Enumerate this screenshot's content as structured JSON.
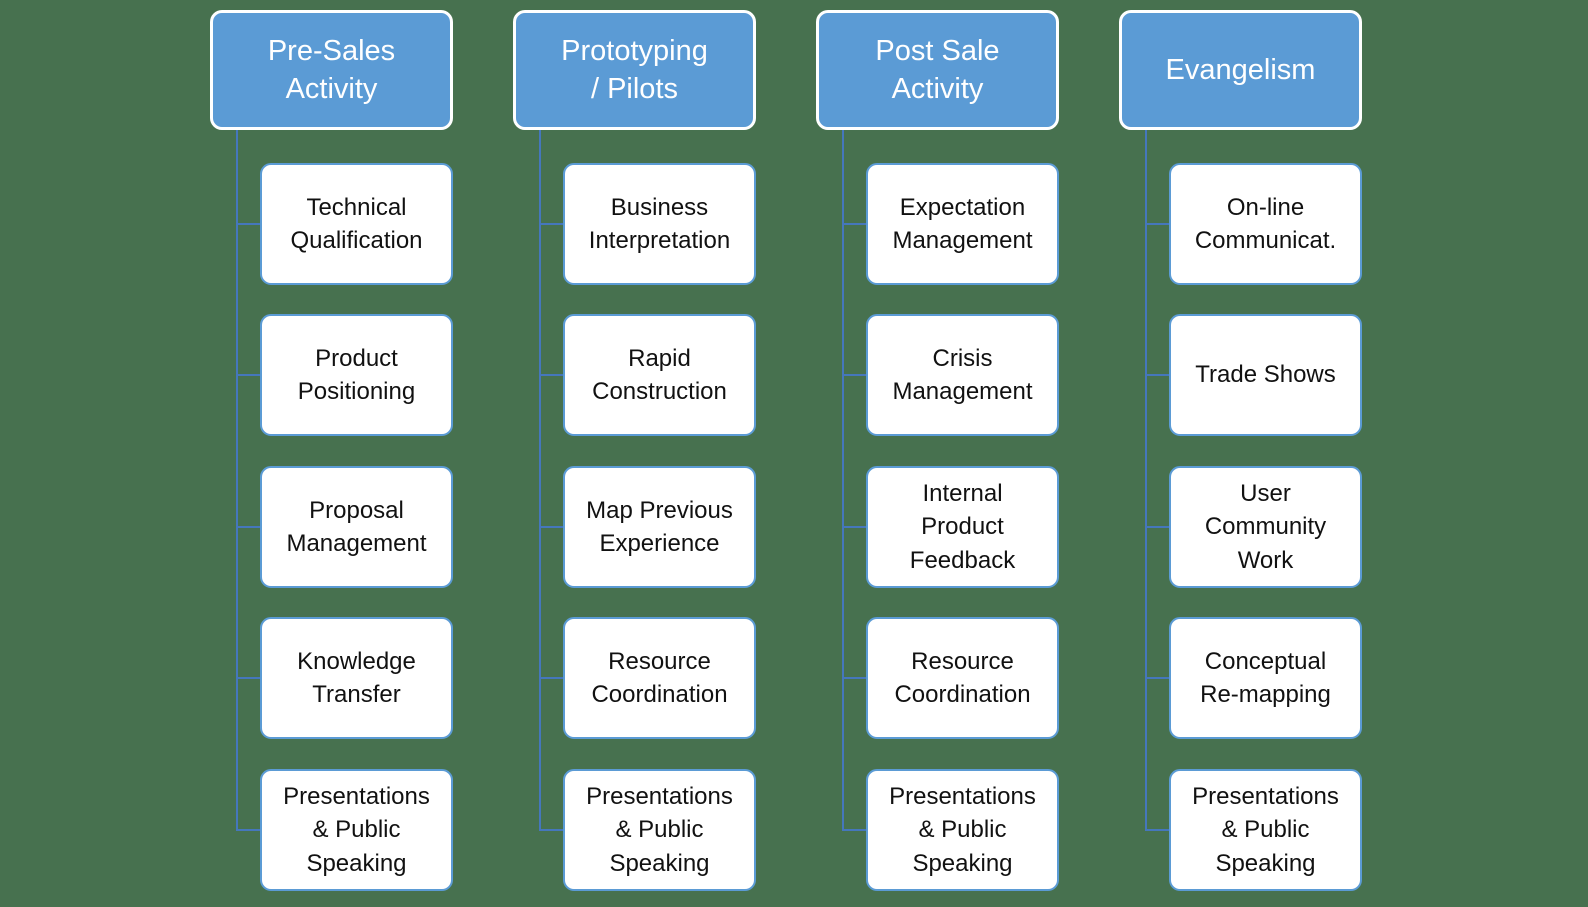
{
  "colors": {
    "background": "#47714F",
    "accent": "#5B9BD5",
    "header_border": "#FFFFFF",
    "header_text": "#FFFFFF",
    "connector": "#4577BC",
    "node_fill": "#FFFFFF",
    "node_border": "#5B9BD5",
    "node_text": "#111111"
  },
  "columns": [
    {
      "header": "Pre-Sales\nActivity",
      "items": [
        "Technical\nQualification",
        "Product\nPositioning",
        "Proposal\nManagement",
        "Knowledge\nTransfer",
        "Presentations\n& Public\nSpeaking"
      ]
    },
    {
      "header": "Prototyping\n/ Pilots",
      "items": [
        "Business\nInterpretation",
        "Rapid\nConstruction",
        "Map Previous\nExperience",
        "Resource\nCoordination",
        "Presentations\n& Public\nSpeaking"
      ]
    },
    {
      "header": "Post Sale\nActivity",
      "items": [
        "Expectation\nManagement",
        "Crisis\nManagement",
        "Internal\nProduct\nFeedback",
        "Resource\nCoordination",
        "Presentations\n& Public\nSpeaking"
      ]
    },
    {
      "header": "Evangelism",
      "items": [
        "On-line\nCommunicat.",
        "Trade Shows",
        "User\nCommunity\nWork",
        "Conceptual\nRe-mapping",
        "Presentations\n& Public\nSpeaking"
      ]
    }
  ]
}
